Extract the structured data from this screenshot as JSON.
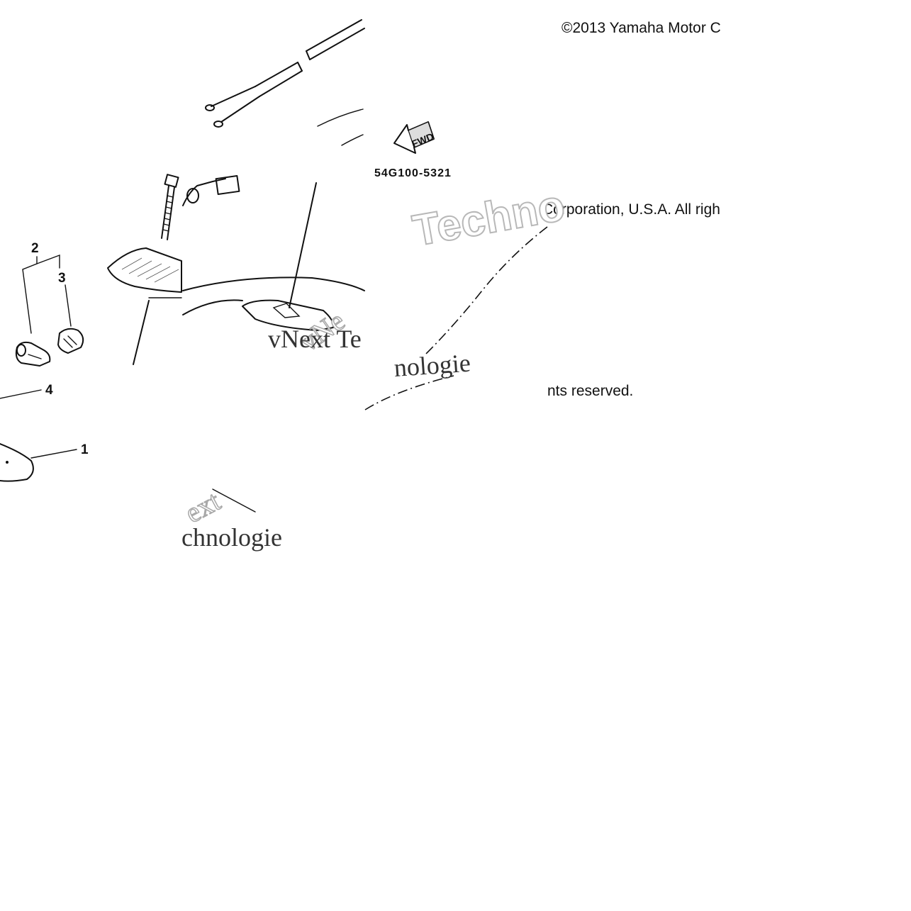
{
  "copyright": {
    "line1": "©2013 Yamaha Motor C",
    "line2": "Corporation, U.S.A. All righ",
    "line3": "nts reserved."
  },
  "callouts": [
    "1",
    "2",
    "3",
    "4"
  ],
  "part_code": "54G100-5321",
  "fwd_label": "FWD",
  "watermark": {
    "brand_a": "Techno",
    "brand_b": "vNext Te",
    "brand_c": "nologie",
    "brand_d": "vNe",
    "brand_e": "ext",
    "brand_f": "chnologie"
  }
}
